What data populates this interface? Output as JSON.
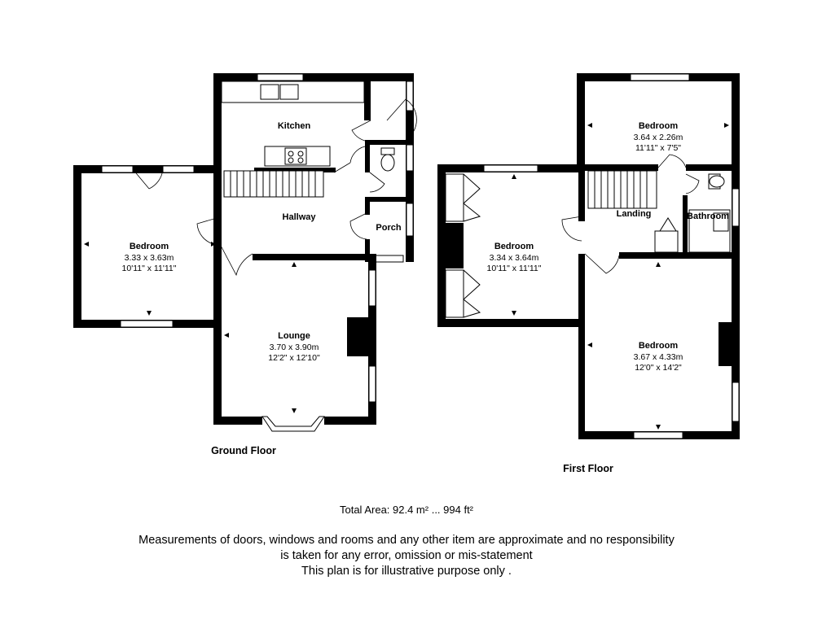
{
  "floors": {
    "ground": {
      "label": "Ground Floor",
      "rooms": {
        "bedroom": {
          "name": "Bedroom",
          "dim_m": "3.33 x 3.63m",
          "dim_ft": "10'11\" x 11'11\""
        },
        "kitchen": {
          "name": "Kitchen"
        },
        "hallway": {
          "name": "Hallway"
        },
        "porch": {
          "name": "Porch"
        },
        "lounge": {
          "name": "Lounge",
          "dim_m": "3.70 x 3.90m",
          "dim_ft": "12'2\" x 12'10\""
        }
      }
    },
    "first": {
      "label": "First Floor",
      "rooms": {
        "bedroom_top": {
          "name": "Bedroom",
          "dim_m": "3.64 x 2.26m",
          "dim_ft": "11'11\" x 7'5\""
        },
        "bedroom_left": {
          "name": "Bedroom",
          "dim_m": "3.34 x 3.64m",
          "dim_ft": "10'11\" x 11'11\""
        },
        "landing": {
          "name": "Landing"
        },
        "bathroom": {
          "name": "Bathroom"
        },
        "bedroom_right": {
          "name": "Bedroom",
          "dim_m": "3.67 x 4.33m",
          "dim_ft": "12'0\" x 14'2\""
        }
      }
    }
  },
  "total_area": "Total Area: 92.4 m² ... 994 ft²",
  "disclaimer": {
    "line1": "Measurements of doors, windows and rooms and any other item are approximate and no responsibility",
    "line2": "is taken for any error, omission or mis-statement",
    "line3": "This plan is for illustrative purpose only ."
  }
}
